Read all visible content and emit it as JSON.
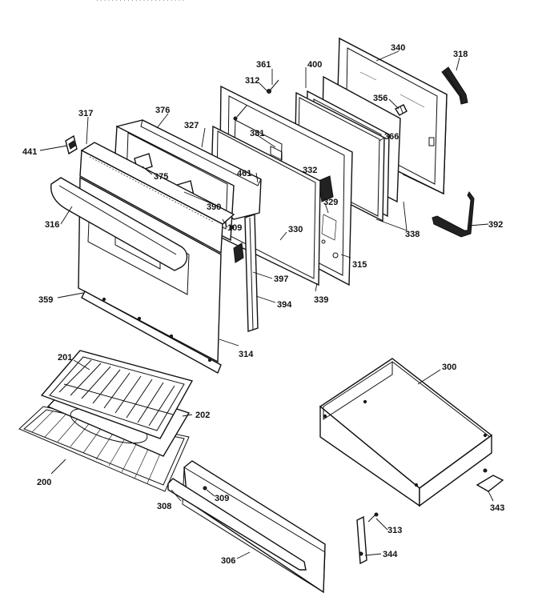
{
  "diagram": {
    "header_fragment": "· ·  ·  · · · · ·  ·  · · · · ·  · ·    ·  · · · ·  · ·",
    "callouts": [
      {
        "id": "340",
        "text": "340"
      },
      {
        "id": "318a",
        "text": "318"
      },
      {
        "id": "361",
        "text": "361"
      },
      {
        "id": "400",
        "text": "400"
      },
      {
        "id": "312",
        "text": "312"
      },
      {
        "id": "356",
        "text": "356"
      },
      {
        "id": "376",
        "text": "376"
      },
      {
        "id": "317",
        "text": "317"
      },
      {
        "id": "327",
        "text": "327"
      },
      {
        "id": "381",
        "text": "381"
      },
      {
        "id": "366",
        "text": "366"
      },
      {
        "id": "441",
        "text": "441"
      },
      {
        "id": "375",
        "text": "375"
      },
      {
        "id": "461",
        "text": "461"
      },
      {
        "id": "332",
        "text": "332"
      },
      {
        "id": "390",
        "text": "390"
      },
      {
        "id": "329",
        "text": "329"
      },
      {
        "id": "392",
        "text": "392"
      },
      {
        "id": "316",
        "text": "316"
      },
      {
        "id": "109",
        "text": "109"
      },
      {
        "id": "330",
        "text": "330"
      },
      {
        "id": "338",
        "text": "338"
      },
      {
        "id": "315",
        "text": "315"
      },
      {
        "id": "397",
        "text": "397"
      },
      {
        "id": "339",
        "text": "339"
      },
      {
        "id": "359",
        "text": "359"
      },
      {
        "id": "394",
        "text": "394"
      },
      {
        "id": "314",
        "text": "314"
      },
      {
        "id": "201",
        "text": "201"
      },
      {
        "id": "300",
        "text": "300"
      },
      {
        "id": "202",
        "text": "202"
      },
      {
        "id": "200",
        "text": "200"
      },
      {
        "id": "343",
        "text": "343"
      },
      {
        "id": "308",
        "text": "308"
      },
      {
        "id": "309",
        "text": "309"
      },
      {
        "id": "313",
        "text": "313"
      },
      {
        "id": "306",
        "text": "306"
      },
      {
        "id": "344",
        "text": "344"
      }
    ]
  }
}
